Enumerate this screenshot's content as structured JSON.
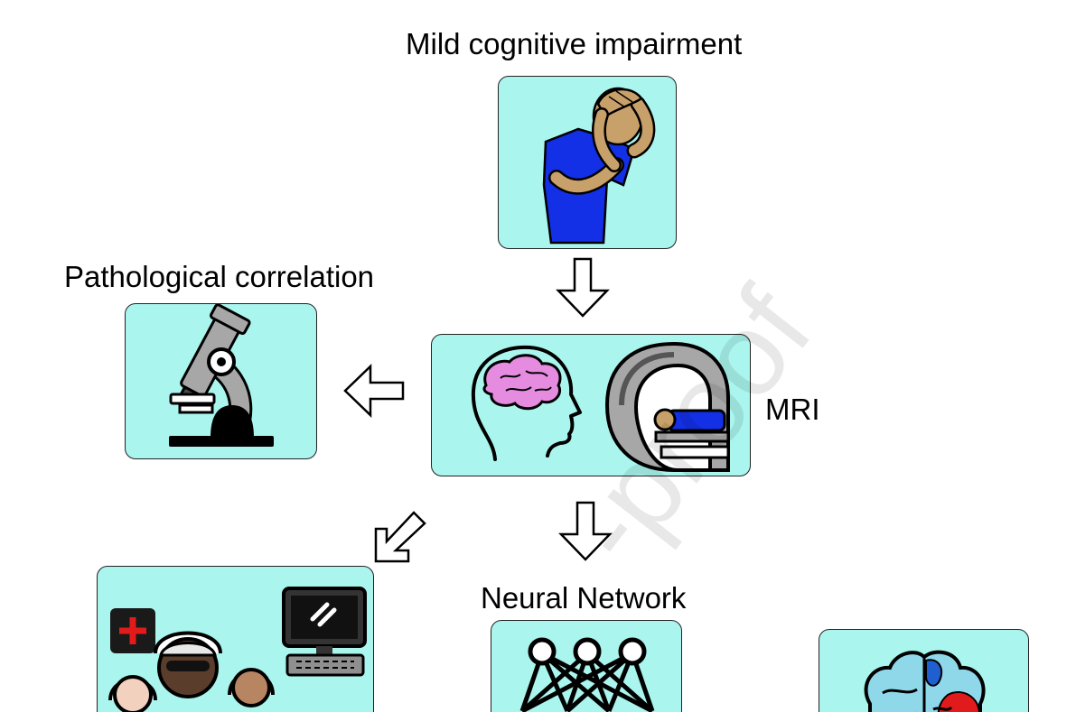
{
  "nodes": {
    "mci": {
      "label": "Mild cognitive impairment"
    },
    "pathology": {
      "label": "Pathological correlation"
    },
    "mri": {
      "label": "MRI"
    },
    "neural_network": {
      "label": "Neural Network"
    }
  },
  "watermark": "-proof",
  "colors": {
    "panel_fill": "#aaf5ee",
    "shirt": "#1330e6",
    "skin": "#c8a06a",
    "brain_pink": "#e58ce0",
    "brain_blue": "#1f5fd0",
    "brain_red": "#e11b1b"
  },
  "icons": {
    "mci": "person-holding-head-icon",
    "pathology": "microscope-icon",
    "mri_brain": "head-brain-icon",
    "mri_scanner": "mri-scanner-icon",
    "clinicians": "medical-team-icon",
    "neural_network": "neural-network-icon",
    "brain_map": "brain-map-icon"
  }
}
